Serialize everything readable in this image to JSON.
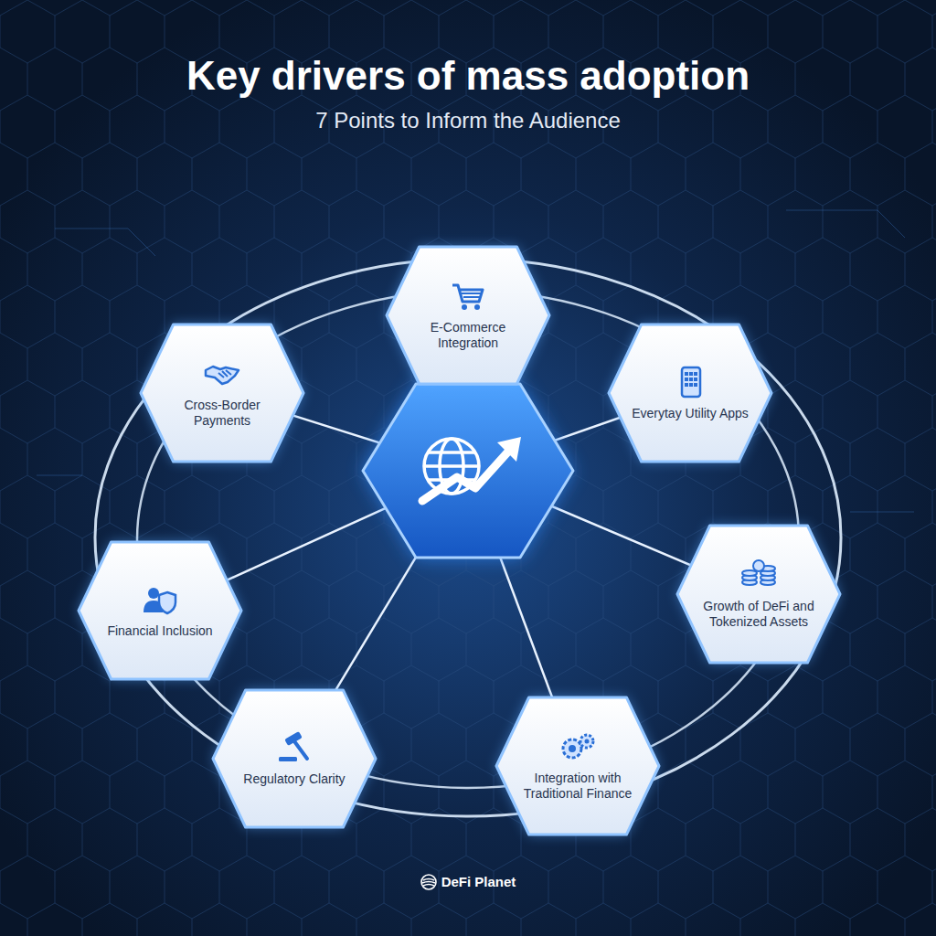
{
  "diagram": {
    "title": "Key drivers of mass adoption",
    "nodes": [
      {
        "text": [
          "E-Commerce Integration"
        ]
      },
      {
        "text": [
          "Cross-Border Payments"
        ]
      },
      {
        "text": [
          "Everytay Utility Apps"
        ]
      },
      {
        "text": [
          "Financial Inclusion"
        ]
      },
      {
        "text": [
          "Growth of DeFi and Tokenized Assets"
        ]
      },
      {
        "text": [
          "Regulatory Clarity"
        ]
      },
      {
        "text": [
          "Integration with Traditional Finance"
        ]
      }
    ],
    "labels": [
      "7 Points to Inform the Audience",
      "DeFi Planet"
    ]
  }
}
